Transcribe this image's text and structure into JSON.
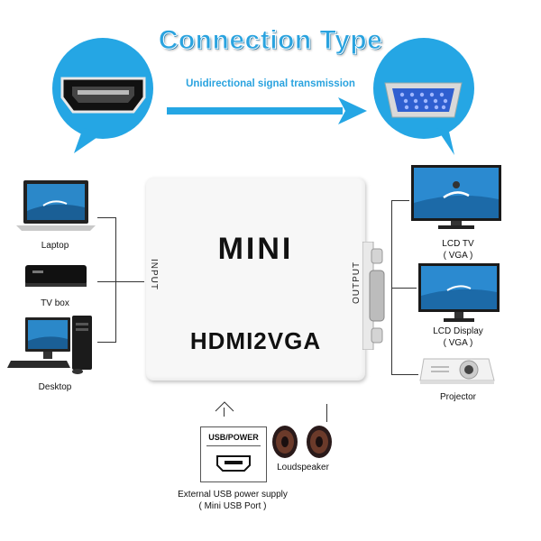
{
  "title": "Connection Type",
  "subtitle": "Unidirectional signal transmission",
  "input_label": "INPUT",
  "output_label": "OUTPUT",
  "device_brand": "MINI",
  "device_model": "HDMI2VGA",
  "inputs": [
    {
      "label": "Laptop",
      "icon": "laptop-icon"
    },
    {
      "label": "TV box",
      "icon": "tv-box-icon"
    },
    {
      "label": "Desktop",
      "icon": "desktop-icon"
    }
  ],
  "outputs": [
    {
      "label": "LCD TV",
      "sub": "( VGA )",
      "icon": "lcd-tv-icon"
    },
    {
      "label": "LCD Display",
      "sub": "( VGA )",
      "icon": "lcd-display-icon"
    },
    {
      "label": "Projector",
      "sub": "",
      "icon": "projector-icon"
    }
  ],
  "power": {
    "port_label": "USB/POWER",
    "caption": "External USB power supply",
    "caption_sub": "( Mini USB Port )"
  },
  "speaker": {
    "label": "Loudspeaker"
  },
  "colors": {
    "accent": "#25a6e4",
    "vga_blue": "#2f5fd0"
  }
}
